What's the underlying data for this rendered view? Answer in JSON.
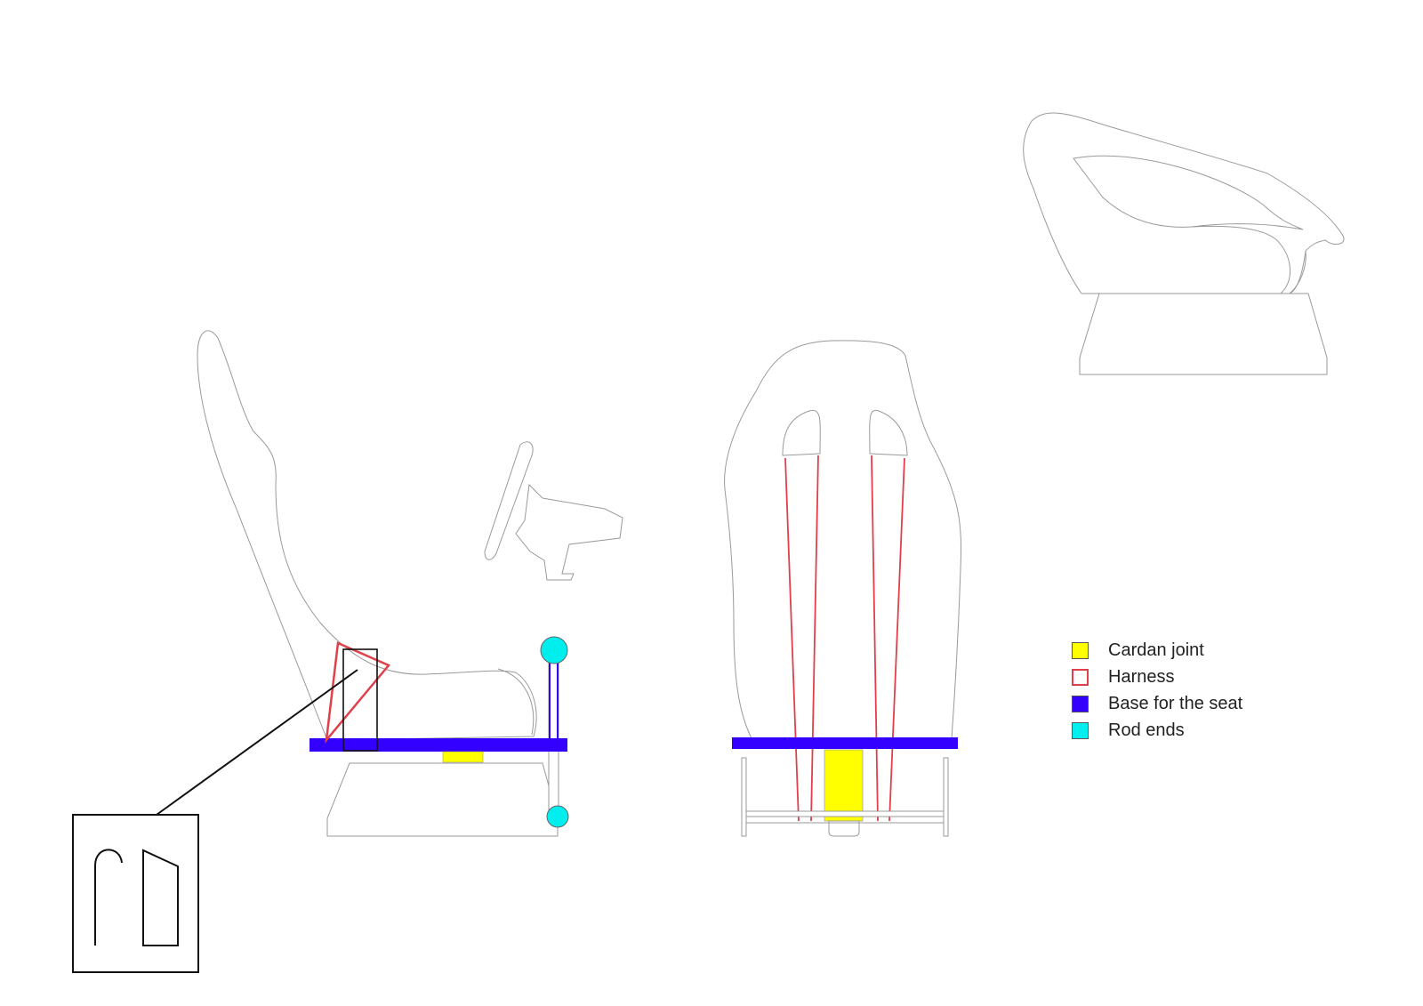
{
  "colors": {
    "cardan": "#ffff00",
    "harness": "#e0404a",
    "base": "#3300ff",
    "rod_ends": "#00eeee",
    "outline": "#9a9a9a"
  },
  "legend": [
    {
      "label": "Cardan joint",
      "color": "#ffff00",
      "style": "fill"
    },
    {
      "label": "Harness",
      "color": "#e0404a",
      "style": "outline"
    },
    {
      "label": "Base for the seat",
      "color": "#3300ff",
      "style": "fill"
    },
    {
      "label": "Rod ends",
      "color": "#00eeee",
      "style": "fill"
    }
  ]
}
